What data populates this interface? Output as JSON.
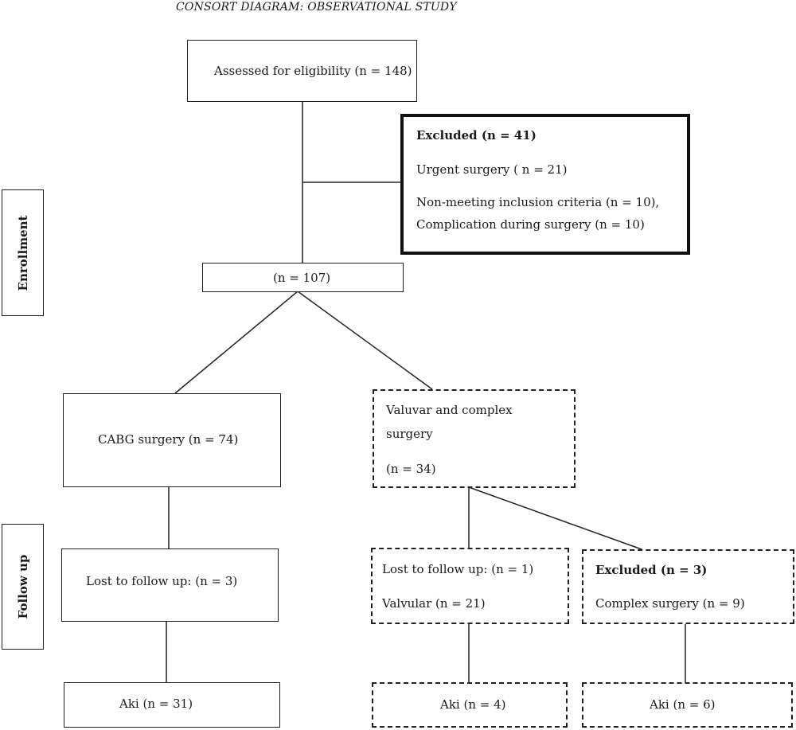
{
  "title": "CONSORT DIAGRAM: OBSERVATIONAL STUDY",
  "side_labels": {
    "enrollment": "Enrollment",
    "follow_up": "Follow up"
  },
  "boxes": {
    "assessed": "Assessed for eligibility (n = 148)",
    "excluded_top": {
      "heading": "Excluded (n = 41)",
      "line1": "Urgent surgery ( n = 21)",
      "line2": "Non-meeting inclusion criteria (n = 10),",
      "line3": "Complication during surgery (n = 10)"
    },
    "enrolled": "(n = 107)",
    "cabg": "CABG surgery (n = 74)",
    "valvular_complex": {
      "line1": "Valuvar and complex",
      "line2": "surgery",
      "line3": "(n = 34)"
    },
    "cabg_lost": "Lost to follow up: (n = 3)",
    "valv_lost": {
      "line1": "Lost to follow up: (n = 1)",
      "line2": "Valvular (n = 21)"
    },
    "excluded_bottom": {
      "heading": "Excluded (n = 3)",
      "line2": "Complex surgery (n = 9)"
    },
    "aki_cabg": "Aki (n = 31)",
    "aki_valv": "Aki (n = 4)",
    "aki_complex": "Aki (n = 6)"
  }
}
